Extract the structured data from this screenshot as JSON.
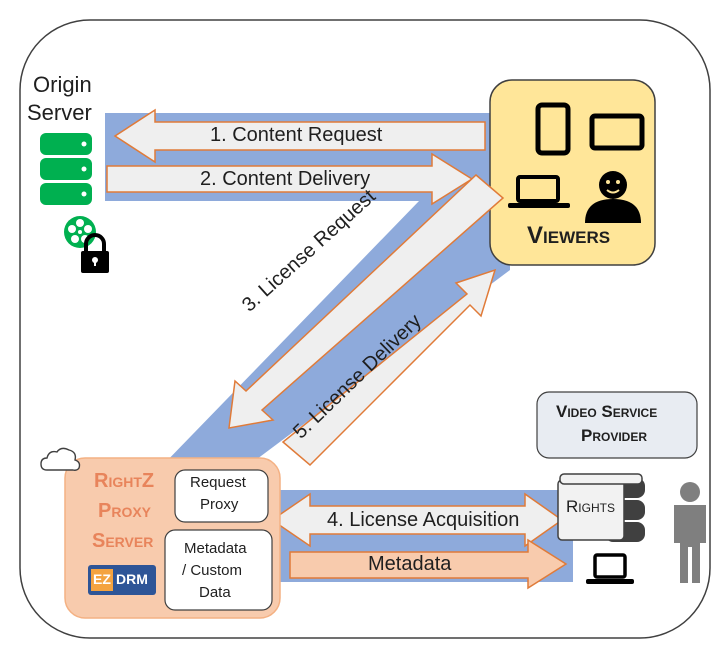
{
  "origin": {
    "label_line1": "Origin",
    "label_line2": "Server"
  },
  "viewers": {
    "label": "Viewers"
  },
  "arrows": {
    "content_request": "1. Content Request",
    "content_delivery": "2. Content Delivery",
    "license_request": "3. License Request",
    "license_delivery": "5. License Delivery",
    "license_acquisition": "4. License Acquisition",
    "metadata": "Metadata"
  },
  "proxy": {
    "title_line1": "RightZ",
    "title_line2": "Proxy",
    "title_line3": "Server",
    "request_box_line1": "Request",
    "request_box_line2": "Proxy",
    "metadata_box_line1": "Metadata",
    "metadata_box_line2": "/ Custom",
    "metadata_box_line3": "Data",
    "logo_text_left": "EZ",
    "logo_text_right": "DRM"
  },
  "provider": {
    "box_line1": "Video Service",
    "box_line2": "Provider",
    "rights_label": "Rights"
  },
  "colors": {
    "band_blue": "#8eaadb",
    "arrow_fill": "#efefef",
    "arrow_stroke": "#e07b39",
    "viewers_fill": "#ffe699",
    "proxy_fill": "#f8cbad",
    "proxy_text": "#e8845b",
    "server_green": "#00b050"
  }
}
